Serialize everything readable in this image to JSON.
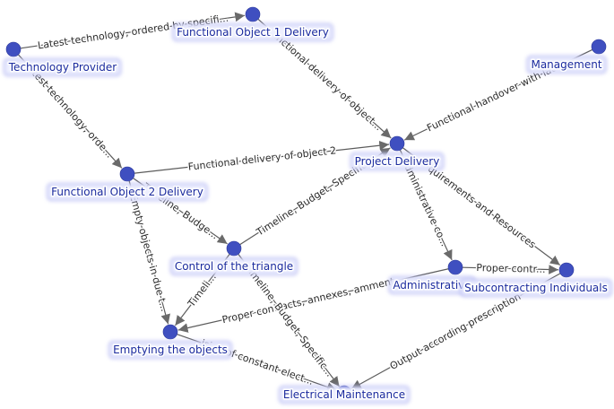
{
  "colors": {
    "node": "#3f4fc0",
    "node_label": "#1a2a9e",
    "edge": "#5c5c5c",
    "glow": "#7b82ea"
  },
  "nodes": [
    {
      "id": "tp",
      "label": "Technology Provider"
    },
    {
      "id": "fo1",
      "label": "Functional Object 1 Delivery"
    },
    {
      "id": "mgmt",
      "label": "Management"
    },
    {
      "id": "pd",
      "label": "Project Delivery"
    },
    {
      "id": "fo2",
      "label": "Functional Object 2 Delivery"
    },
    {
      "id": "ctrl",
      "label": "Control of the triangle"
    },
    {
      "id": "adm",
      "label": "Administrative"
    },
    {
      "id": "sub",
      "label": "Subcontracting Individuals"
    },
    {
      "id": "emp",
      "label": "Emptying the objects"
    },
    {
      "id": "elec",
      "label": "Electrical Maintenance"
    }
  ],
  "edges": [
    {
      "from": "tp",
      "to": "fo1",
      "label": "Latest technology, ordered by specifi..."
    },
    {
      "from": "tp",
      "to": "fo2",
      "label": "atest technology, orde..."
    },
    {
      "from": "fo1",
      "to": "pd",
      "label": "Functional delivery of object..."
    },
    {
      "from": "fo2",
      "to": "pd",
      "label": "Functional delivery of object 2"
    },
    {
      "from": "mgmt",
      "to": "pd",
      "label": "Functional handover with late..."
    },
    {
      "from": "ctrl",
      "to": "pd",
      "label": "Timeline, Budget, Specific..."
    },
    {
      "from": "fo2",
      "to": "ctrl",
      "label": "Timeline, Budge..."
    },
    {
      "from": "pd",
      "to": "adm",
      "label": "dministrative co..."
    },
    {
      "from": "pd",
      "to": "sub",
      "label": "quirements and Resources"
    },
    {
      "from": "adm",
      "to": "sub",
      "label": "Proper contr..."
    },
    {
      "from": "fo2",
      "to": "emp",
      "label": "Empty objects in due t..."
    },
    {
      "from": "ctrl",
      "to": "emp",
      "label": "Timeli..."
    },
    {
      "from": "adm",
      "to": "emp",
      "label": "Proper contracts, annexes, amment..."
    },
    {
      "from": "ctrl",
      "to": "elec",
      "label": "Timeline, Budget, Specific..."
    },
    {
      "from": "emp",
      "to": "elec",
      "label": "ision of constant elect..."
    },
    {
      "from": "sub",
      "to": "elec",
      "label": "Output according prescription"
    }
  ]
}
